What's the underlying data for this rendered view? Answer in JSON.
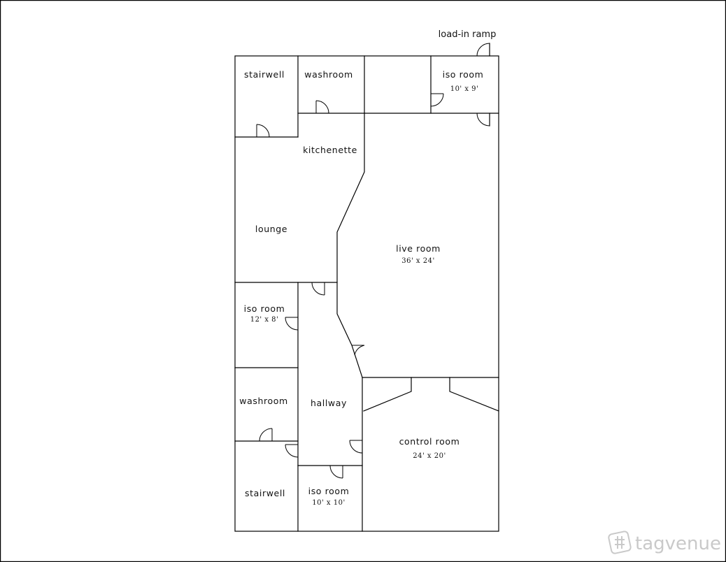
{
  "labels": {
    "load_in_ramp": "load-in ramp",
    "stairwell_top": "stairwell",
    "washroom_top": "washroom",
    "iso_room_top": "iso room",
    "iso_room_top_dim": "10' x 9'",
    "kitchenette": "kitchenette",
    "lounge": "lounge",
    "live_room": "live room",
    "live_room_dim": "36' x 24'",
    "iso_room_mid": "iso room",
    "iso_room_mid_dim": "12' x 8'",
    "washroom_bottom": "washroom",
    "hallway": "hallway",
    "control_room": "control room",
    "control_room_dim": "24' x 20'",
    "stairwell_bottom": "stairwell",
    "iso_room_bottom": "iso room",
    "iso_room_bottom_dim": "10' x 10'"
  },
  "watermark": {
    "text": "tagvenue",
    "icon": "tagvenue-logo-icon"
  }
}
